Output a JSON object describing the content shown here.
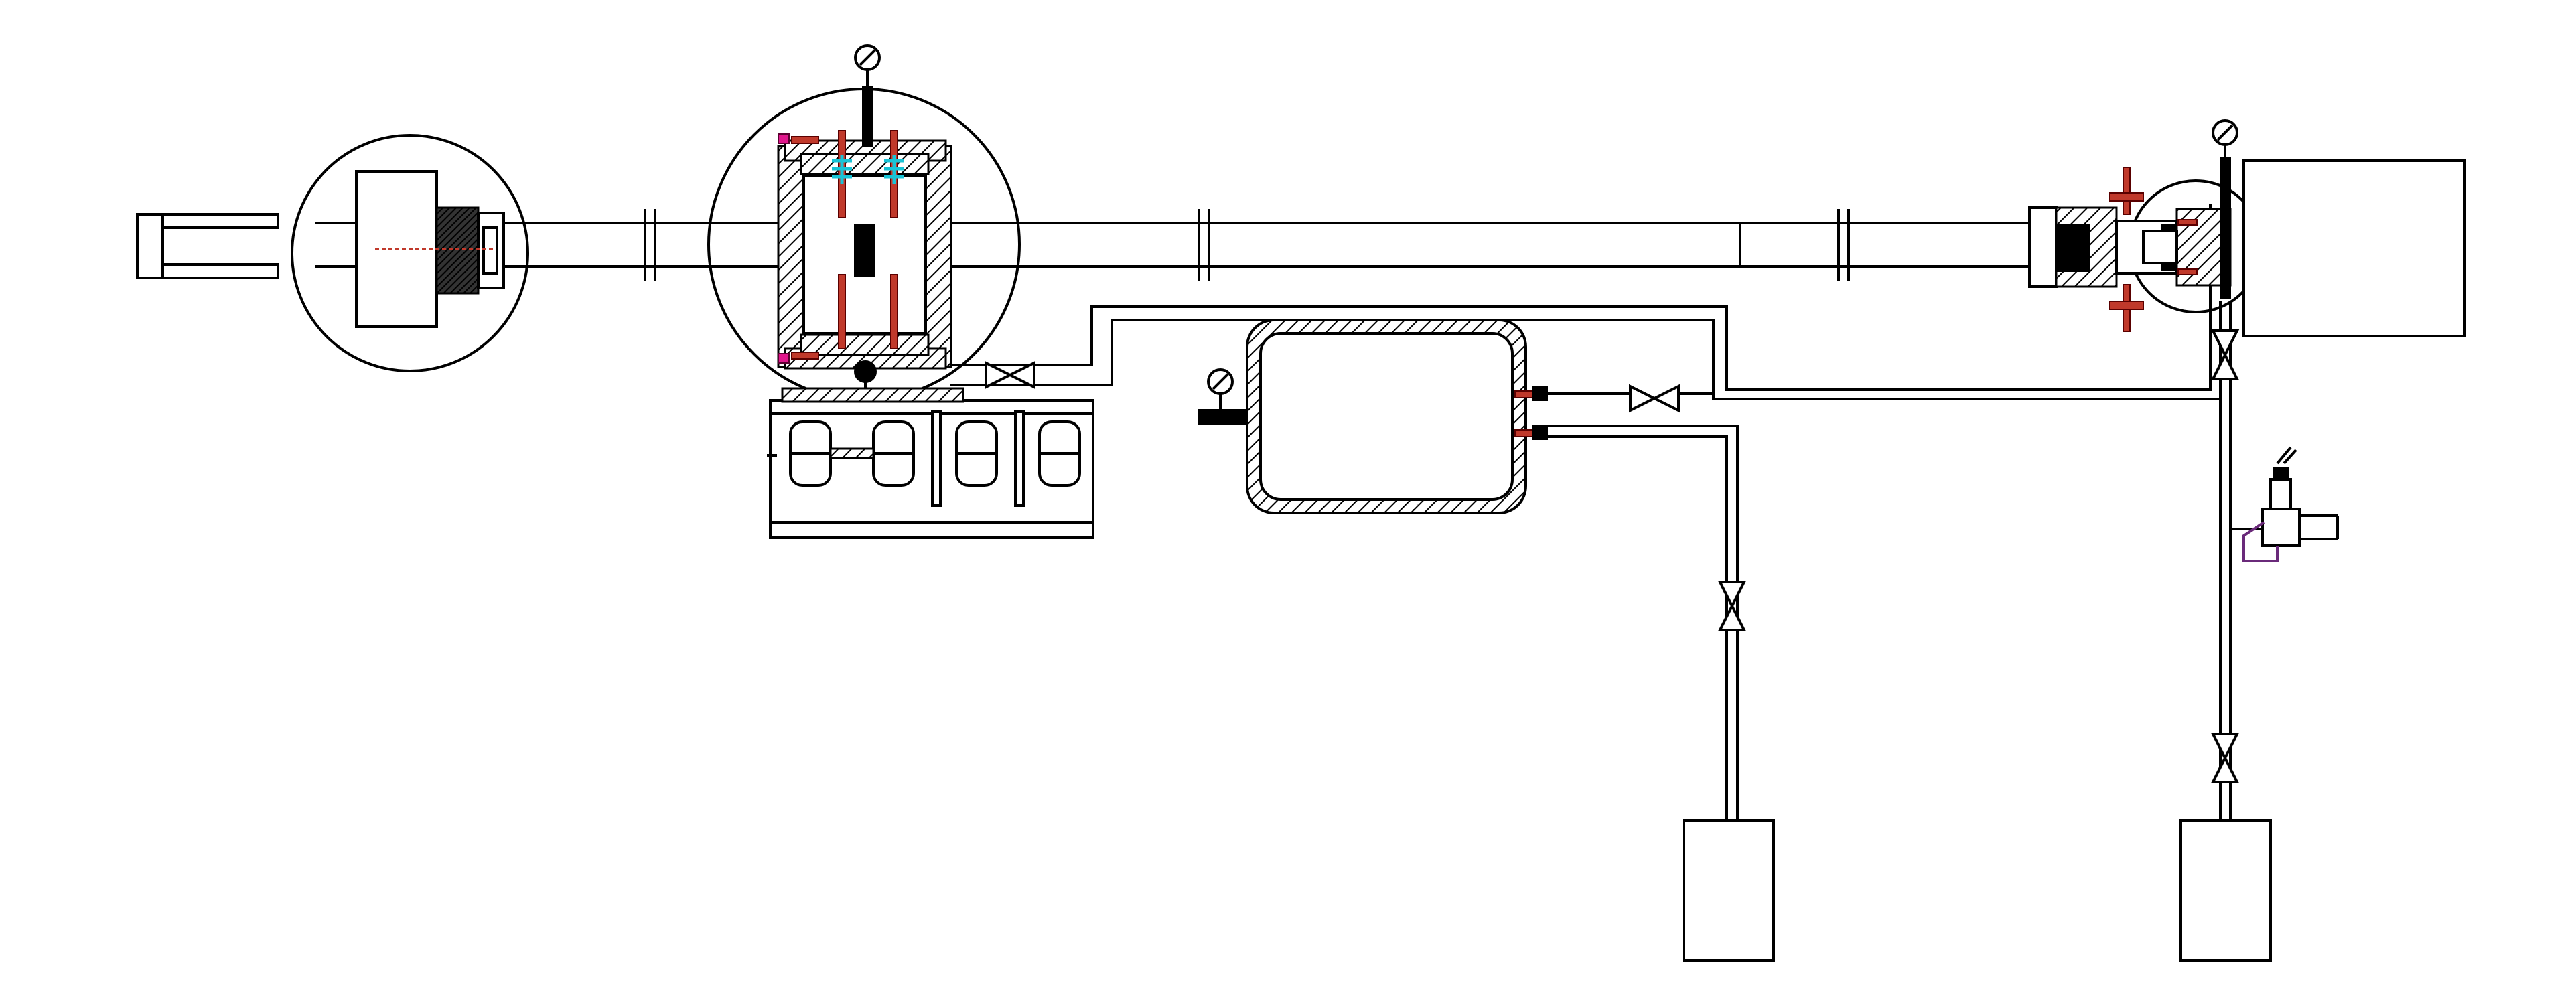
{
  "diagram": {
    "kind": "experimental-apparatus-schematic",
    "colors": {
      "line": "#000000",
      "background": "#ffffff",
      "accent_red": "#c0392b",
      "accent_cyan": "#19c3d6",
      "accent_magenta": "#e0168c",
      "accent_purple": "#6a2a7a"
    },
    "components": [
      {
        "id": "left-end-fixture",
        "icon": "fixture-icon"
      },
      {
        "id": "left-circular-chamber",
        "icon": "chamber-icon"
      },
      {
        "id": "central-test-chamber",
        "icon": "chamber-icon"
      },
      {
        "id": "support-cart",
        "icon": "cart-icon"
      },
      {
        "id": "gas-reservoir",
        "icon": "tank-icon"
      },
      {
        "id": "right-valve-block",
        "icon": "valve-block-icon"
      },
      {
        "id": "right-enclosure",
        "icon": "box-icon"
      },
      {
        "id": "safety-valve",
        "icon": "relief-valve-icon"
      },
      {
        "id": "collection-vessel-left",
        "icon": "vessel-icon"
      },
      {
        "id": "collection-vessel-right",
        "icon": "vessel-icon"
      }
    ],
    "valves": [
      "valve-1",
      "valve-2",
      "valve-3",
      "valve-4",
      "valve-5"
    ],
    "gauges": [
      "gauge-1",
      "gauge-2",
      "gauge-3"
    ]
  }
}
